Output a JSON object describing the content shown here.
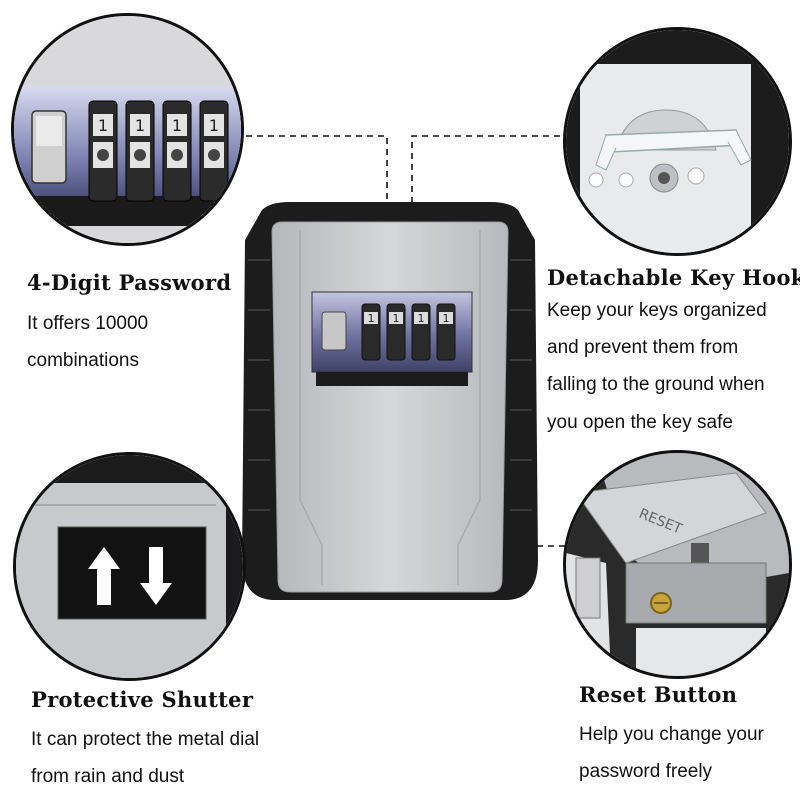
{
  "features": {
    "password": {
      "title": "4-Digit Password",
      "desc": [
        "It offers 10000",
        "combinations"
      ]
    },
    "hook": {
      "title": "Detachable Key Hook",
      "desc": [
        "Keep your keys organized",
        "and prevent them from",
        "falling to the ground when",
        "you open the key safe"
      ]
    },
    "shutter": {
      "title": "Protective Shutter",
      "desc": [
        "It can protect the metal dial",
        "from rain and dust"
      ]
    },
    "reset": {
      "title": "Reset Button",
      "desc": [
        "Help you change your",
        "password freely"
      ]
    }
  },
  "dial": {
    "digits": [
      "1",
      "1",
      "1",
      "1"
    ]
  },
  "reset_label": "RESET",
  "colors": {
    "body_black": "#1c1c1c",
    "face_gray": "#c9cacc",
    "dial_panel": "#6a6f9a",
    "outline": "#111111",
    "arrow_white": "#ffffff"
  },
  "icons": {
    "shutter": [
      "up-arrow-icon",
      "down-arrow-icon"
    ]
  }
}
